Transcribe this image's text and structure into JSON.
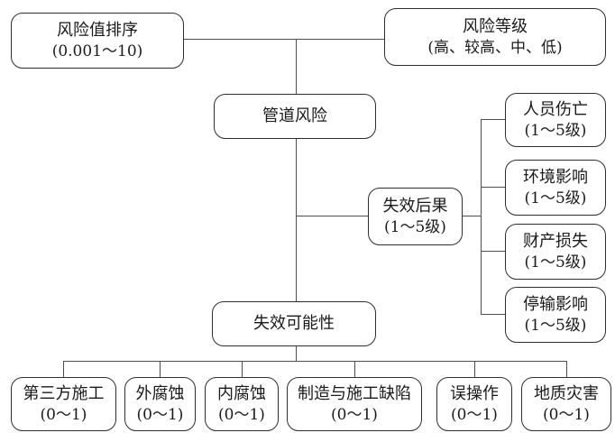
{
  "diagram": {
    "title_semantic": "pipeline-risk-assessment-flowchart",
    "background_color": "#ffffff",
    "node_border_color": "#2e2e2e",
    "connector_color": "#4d4d4d",
    "nodes": {
      "risk_ranking": {
        "line1": "风险值排序",
        "line2": "(0.001～10)"
      },
      "risk_level": {
        "line1": "风险等级",
        "line2": "(高、较高、中、低)"
      },
      "pipeline_risk": {
        "line1": "管道风险"
      },
      "failure_consequence": {
        "line1": "失效后果",
        "line2": "(1～5级)"
      },
      "casualty": {
        "line1": "人员伤亡",
        "line2": "(1～5级)"
      },
      "environment_impact": {
        "line1": "环境影响",
        "line2": "(1～5级)"
      },
      "property_loss": {
        "line1": "财产损失",
        "line2": "(1～5级)"
      },
      "shutdown_impact": {
        "line1": "停输影响",
        "line2": "(1～5级)"
      },
      "failure_likelihood": {
        "line1": "失效可能性"
      },
      "third_party": {
        "line1": "第三方施工",
        "line2": "(0～1)"
      },
      "external_corrosion": {
        "line1": "外腐蚀",
        "line2": "(0～1)"
      },
      "internal_corrosion": {
        "line1": "内腐蚀",
        "line2": "(0～1)"
      },
      "manufacturing_defect": {
        "line1": "制造与施工缺陷",
        "line2": "(0～1)"
      },
      "misoperation": {
        "line1": "误操作",
        "line2": "(0～1)"
      },
      "geological_hazard": {
        "line1": "地质灾害",
        "line2": "(0～1)"
      }
    }
  }
}
